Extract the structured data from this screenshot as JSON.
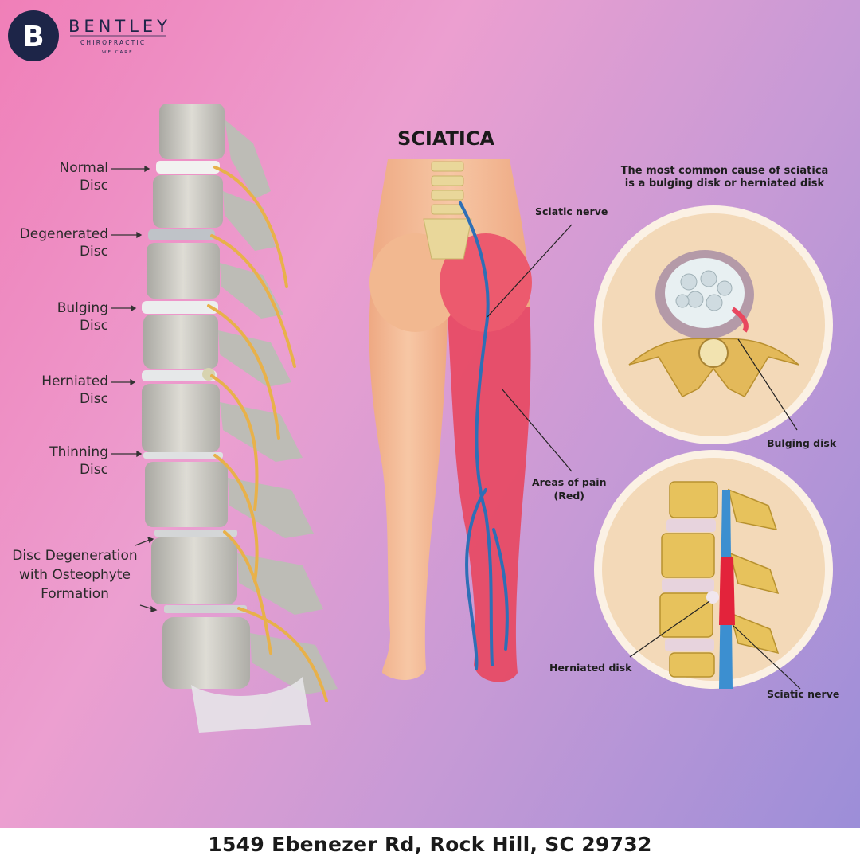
{
  "brand": {
    "monogram": "B",
    "name": "BENTLEY",
    "sub": "CHIROPRACTIC",
    "tagline": "WE CARE"
  },
  "spine_labels": [
    {
      "line1": "Normal",
      "line2": "Disc"
    },
    {
      "line1": "Degenerated",
      "line2": "Disc"
    },
    {
      "line1": "Bulging",
      "line2": "Disc"
    },
    {
      "line1": "Herniated",
      "line2": "Disc"
    },
    {
      "line1": "Thinning",
      "line2": "Disc"
    },
    {
      "line1": "Disc Degeneration",
      "line2": "with Osteophyte",
      "line3": "Formation"
    }
  ],
  "sciatica": {
    "title": "SCIATICA",
    "sciatic_nerve_label": "Sciatic nerve",
    "pain_label_line1": "Areas of pain",
    "pain_label_line2": "(Red)"
  },
  "cause": {
    "line1": "The most common cause of sciatica",
    "line2": "is a bulging disk or herniated disk",
    "bulging_label": "Bulging disk",
    "herniated_label": "Herniated disk",
    "sciatic_nerve_label": "Sciatic nerve"
  },
  "footer": {
    "address": "1549 Ebenezer Rd, Rock Hill, SC 29732"
  },
  "colors": {
    "bone": "#c9c8c2",
    "nerve_yellow": "#e8b14a",
    "nerve_blue": "#2e6fb6",
    "pain_red": "#e8475f",
    "skin": "#f0b38c",
    "circle_bg": "#f3d9b8",
    "logo_navy": "#1d2548"
  }
}
